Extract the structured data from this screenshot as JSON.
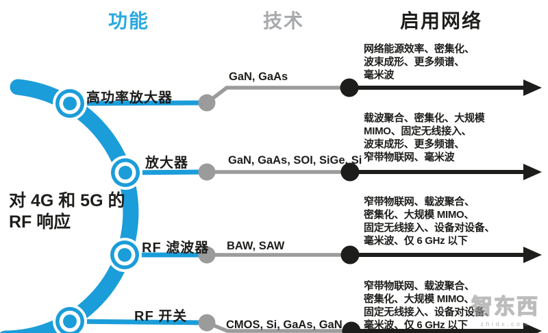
{
  "header": {
    "function": "功能",
    "technology": "技术",
    "networks": "启用网络"
  },
  "side_title": "对 4G 和 5G 的\nRF 响应",
  "rows": [
    {
      "function": "高功率放大器",
      "technology": "GaN, GaAs",
      "networks": "网络能源效率、密集化、\n波束成形、更多频谱、\n毫米波"
    },
    {
      "function": "放大器",
      "technology": "GaN, GaAs, SOI, SiGe, Si",
      "networks": "载波聚合、密集化、大规模\nMIMO、固定无线接入、\n波束成形、更多频谱、\n窄带物联网、毫米波"
    },
    {
      "function": "RF 滤波器",
      "technology": "BAW, SAW",
      "networks": "窄带物联网、载波聚合、\n密集化、大规模 MIMO、\n固定无线接入、设备对设备、\n毫米波、仅 6 GHz 以下"
    },
    {
      "function": "RF 开关",
      "technology": "CMOS, Si, GaAs, GaN",
      "networks": "窄带物联网、载波聚合、\n密集化、大规模 MIMO、\n固定无线接入、设备对设备、\n毫米波、仅 6 GHz 以下"
    }
  ],
  "watermark": {
    "logo": "智东西",
    "url": "zhidx.com"
  },
  "colors": {
    "arc_blue": "#1b9dd9",
    "header_blue": "#29a9e1",
    "gray": "#9b9b9b",
    "header_gray": "#a7a9ac",
    "black": "#1d1d1b"
  }
}
